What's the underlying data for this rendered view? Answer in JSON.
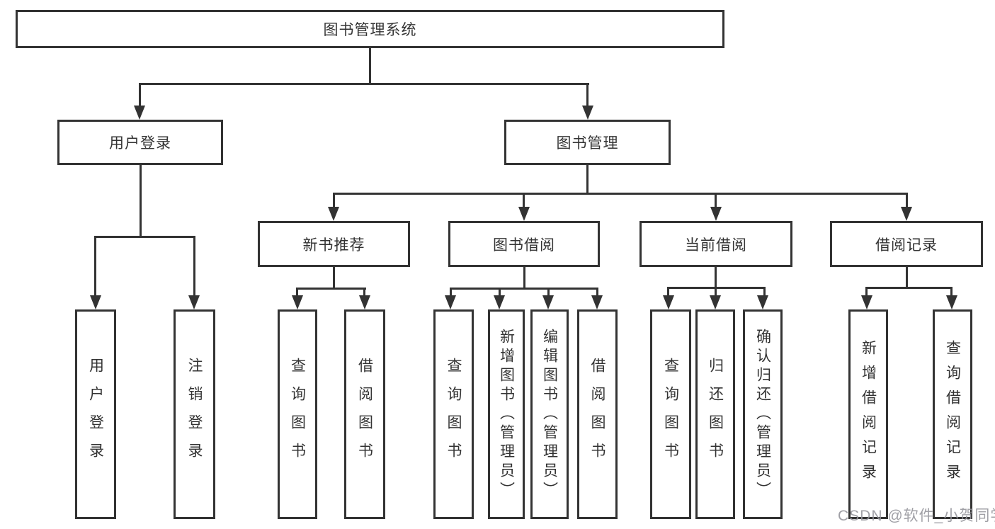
{
  "tree": {
    "root": {
      "label": "图书管理系统",
      "children": [
        {
          "label": "用户登录",
          "children": [
            {
              "label": "用户登录"
            },
            {
              "label": "注销登录"
            }
          ]
        },
        {
          "label": "图书管理",
          "children": [
            {
              "label": "新书推荐",
              "children": [
                {
                  "label": "查询图书"
                },
                {
                  "label": "借阅图书"
                }
              ]
            },
            {
              "label": "图书借阅",
              "children": [
                {
                  "label": "查询图书"
                },
                {
                  "label": "新增图书（管理员）"
                },
                {
                  "label": "编辑图书（管理员）"
                },
                {
                  "label": "借阅图书"
                }
              ]
            },
            {
              "label": "当前借阅",
              "children": [
                {
                  "label": "查询图书"
                },
                {
                  "label": "归还图书"
                },
                {
                  "label": "确认归还（管理员）"
                }
              ]
            },
            {
              "label": "借阅记录",
              "children": [
                {
                  "label": "新增借阅记录"
                },
                {
                  "label": "查询借阅记录"
                }
              ]
            }
          ]
        }
      ]
    }
  },
  "watermark": {
    "text": "CSDN @软件_小贺同学"
  },
  "colors": {
    "line": "#333333",
    "box_border": "#333333",
    "text": "#333333",
    "watermark": "#9a9aa0",
    "background": "#ffffff"
  }
}
